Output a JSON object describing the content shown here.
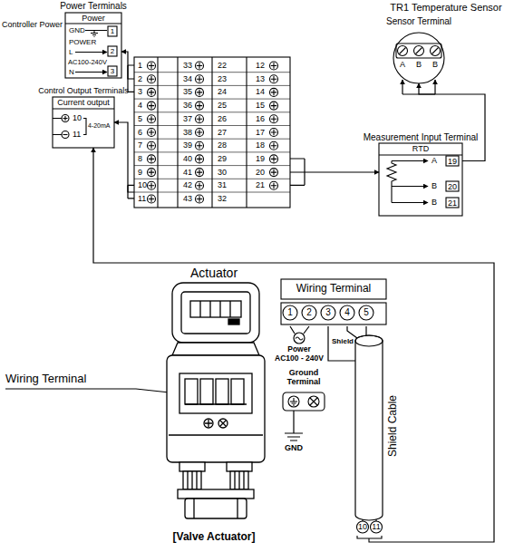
{
  "diagram": {
    "caption": "[Valve Actuator]",
    "nodes": [
      {
        "text": [
          "Power Terminals",
          "Power",
          "GND",
          "1",
          "POWER",
          "L",
          "2",
          "AC100-240V",
          "N",
          "3"
        ]
      },
      {
        "text": [
          "1",
          "2",
          "3",
          "4",
          "5",
          "6",
          "7",
          "8",
          "9",
          "10",
          "11",
          "33",
          "34",
          "35",
          "36",
          "37",
          "38",
          "39",
          "40",
          "41",
          "42",
          "43",
          "22",
          "23",
          "24",
          "25",
          "26",
          "27",
          "28",
          "29",
          "30",
          "31",
          "32",
          "12",
          "13",
          "14",
          "15",
          "16",
          "17",
          "18",
          "19",
          "20",
          "21"
        ]
      },
      {
        "text": [
          "Control Output Terminals",
          "Current output",
          "10",
          "11",
          "4-20mA"
        ]
      },
      {
        "text": [
          "TR1 Temperature Sensor",
          "Sensor Terminal",
          "A",
          "B",
          "B"
        ]
      },
      {
        "text": [
          "Measurement Input Terminal",
          "RTD",
          "A",
          "19",
          "B",
          "20",
          "B",
          "21"
        ]
      },
      {
        "text": [
          "Wiring Terminal",
          "1",
          "2",
          "3",
          "4",
          "5"
        ]
      },
      {
        "text": [
          "Ground Terminal"
        ]
      },
      {
        "text": [
          "Shield Cable",
          "10",
          "11"
        ]
      }
    ],
    "edges": [
      {
        "from": 1,
        "to": 0,
        "arrow": "to"
      },
      {
        "from": 1,
        "to": 2,
        "arrow": "to"
      },
      {
        "from": 1,
        "to": 4,
        "arrow": "to"
      },
      {
        "from": 4,
        "to": 3,
        "arrow": "to"
      },
      {
        "from": 7,
        "to": 2,
        "arrow": "to"
      },
      {
        "from": 5,
        "to": 7,
        "arrow": "none"
      }
    ],
    "labels": [
      "Controller Power",
      "Actuator",
      "Wiring Terminal",
      "Power",
      "AC100 - 240V",
      "Shield",
      "GND"
    ]
  }
}
